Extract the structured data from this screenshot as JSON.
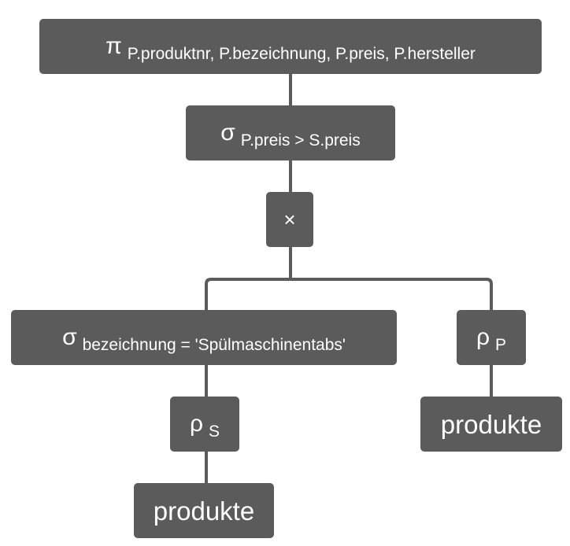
{
  "tree": {
    "projection": {
      "symbol": "π",
      "attributes": "P.produktnr, P.bezeichnung, P.preis, P.hersteller"
    },
    "selection": {
      "symbol": "σ",
      "condition": "P.preis > S.preis"
    },
    "cross_product": {
      "symbol": "×"
    },
    "selection_left": {
      "symbol": "σ",
      "condition": "bezeichnung = 'Spülmaschinentabs'"
    },
    "rename_left": {
      "symbol": "ρ",
      "alias": "S"
    },
    "relation_left": {
      "name": "produkte"
    },
    "rename_right": {
      "symbol": "ρ",
      "alias": "P"
    },
    "relation_right": {
      "name": "produkte"
    }
  },
  "colors": {
    "node_fill": "#5b5b5b",
    "node_text": "#ffffff",
    "edge": "#5b5b5b"
  }
}
